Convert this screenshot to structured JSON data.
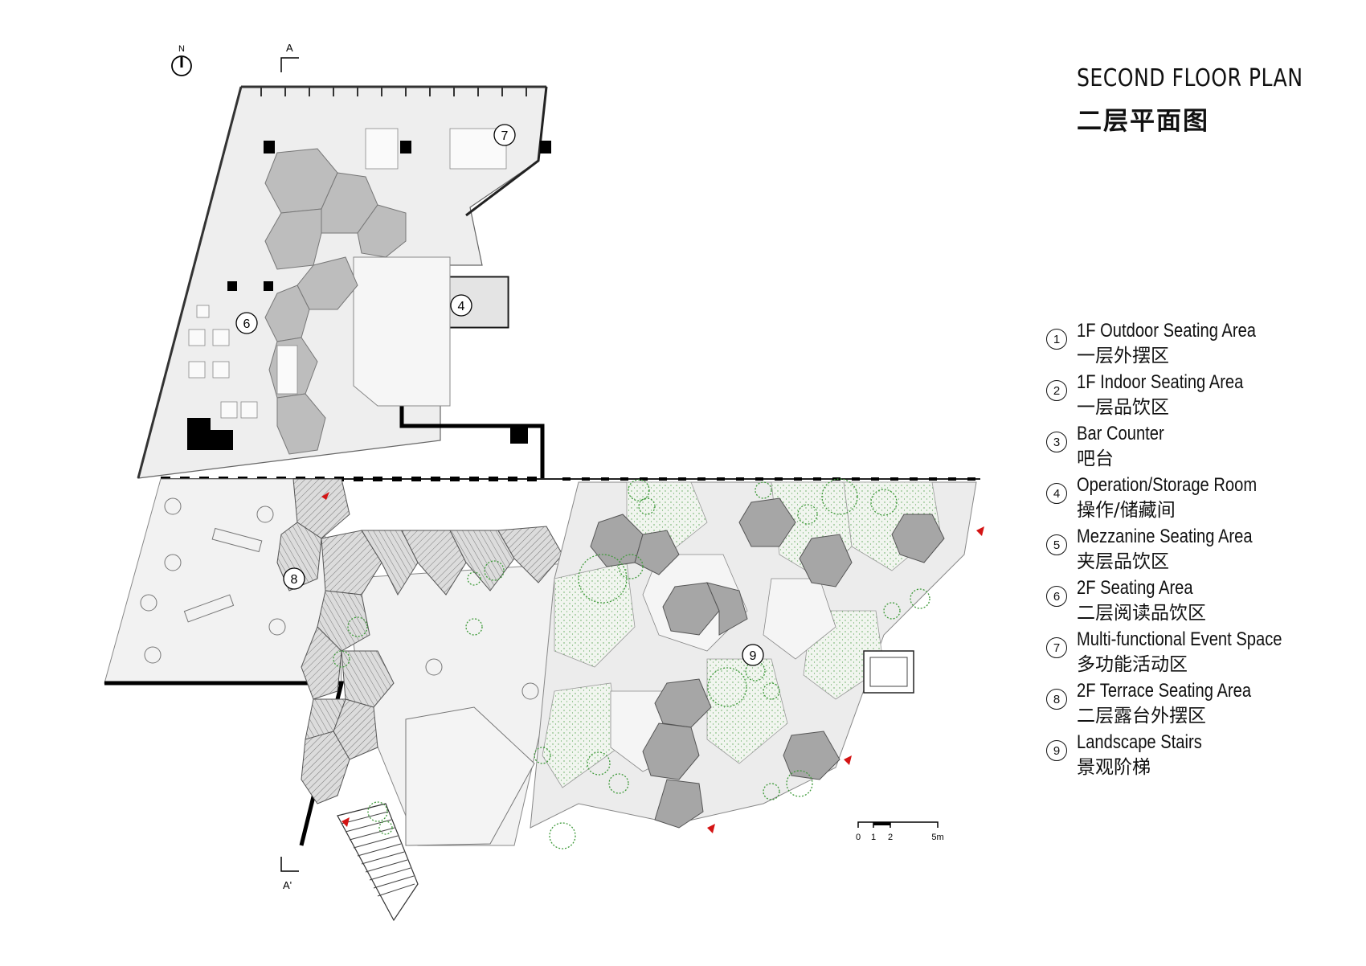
{
  "title": "SECOND FLOOR PLAN",
  "title_zh": "二层平面图",
  "north_label": "N",
  "section_marks": {
    "top": "A",
    "bottom": "A'"
  },
  "room_numbers": {
    "r4": "4",
    "r6": "6",
    "r7": "7",
    "r8": "8",
    "r9": "9"
  },
  "scale": {
    "t0": "0",
    "t1": "1",
    "t2": "2",
    "t5": "5m"
  },
  "legend": [
    {
      "num": "1",
      "en": "1F Outdoor Seating Area",
      "zh": "一层外摆区"
    },
    {
      "num": "2",
      "en": "1F Indoor Seating Area",
      "zh": "一层品饮区"
    },
    {
      "num": "3",
      "en": "Bar Counter",
      "zh": "吧台"
    },
    {
      "num": "4",
      "en": "Operation/Storage Room",
      "zh": "操作/储藏间"
    },
    {
      "num": "5",
      "en": "Mezzanine Seating Area",
      "zh": "夹层品饮区"
    },
    {
      "num": "6",
      "en": "2F Seating Area",
      "zh": "二层阅读品饮区"
    },
    {
      "num": "7",
      "en": "Multi-functional Event Space",
      "zh": "多功能活动区"
    },
    {
      "num": "8",
      "en": "2F Terrace Seating Area",
      "zh": "二层露台外摆区"
    },
    {
      "num": "9",
      "en": "Landscape Stairs",
      "zh": "景观阶梯"
    }
  ],
  "colors": {
    "floor": "#eeeeee",
    "wall": "#000000",
    "paving": "#d4d4d4",
    "canopy": "#9c9c9c",
    "tree": "#3f9a3a",
    "arrow": "#d41414"
  }
}
